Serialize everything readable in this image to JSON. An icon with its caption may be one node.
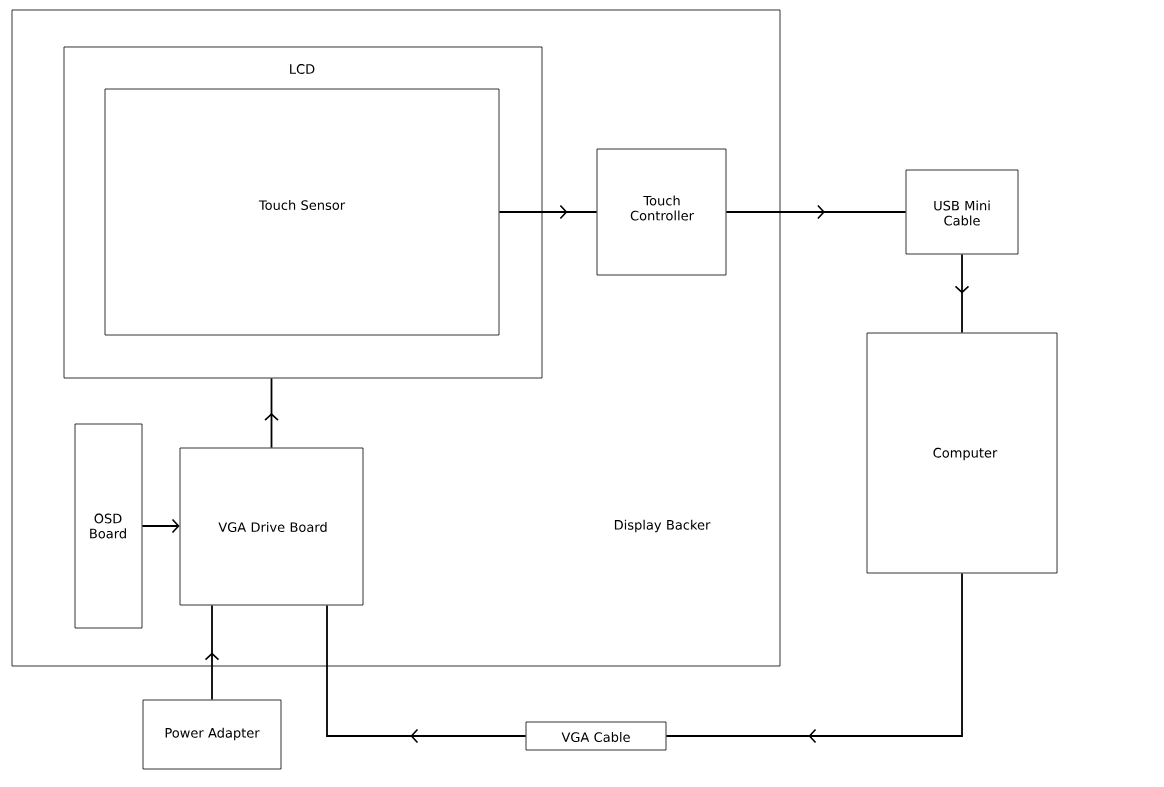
{
  "diagram": {
    "nodes": [
      {
        "text": [
          "Display Backer"
        ]
      },
      {
        "text": [
          "LCD"
        ],
        "in": 0
      },
      {
        "text": [
          "Touch Sensor"
        ],
        "in": 1
      },
      {
        "text": [
          "Touch Controller"
        ],
        "in": 0
      },
      {
        "text": [
          "USB Mini Cable"
        ]
      },
      {
        "text": [
          "Computer"
        ]
      },
      {
        "text": [
          "OSD Board"
        ],
        "in": 0
      },
      {
        "text": [
          "VGA Drive Board"
        ],
        "in": 0
      },
      {
        "text": [
          "Power Adapter"
        ]
      },
      {
        "text": [
          "VGA Cable"
        ]
      }
    ],
    "edges": [
      {
        "from": 2,
        "to": 3,
        "arrow": "to"
      },
      {
        "from": 3,
        "to": 4,
        "arrow": "to"
      },
      {
        "from": 4,
        "to": 5,
        "arrow": "to"
      },
      {
        "from": 6,
        "to": 7,
        "arrow": "to"
      },
      {
        "from": 7,
        "to": 1,
        "arrow": "to"
      },
      {
        "from": 8,
        "to": 7,
        "arrow": "to"
      },
      {
        "from": 5,
        "to": 9,
        "arrow": "to"
      },
      {
        "from": 9,
        "to": 7,
        "arrow": "to"
      }
    ]
  }
}
